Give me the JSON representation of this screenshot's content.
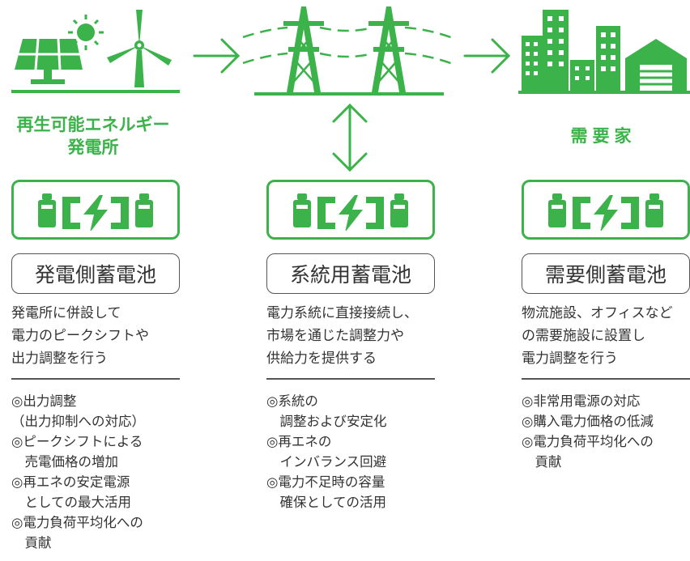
{
  "colors": {
    "accent": "#3bb34a",
    "text": "#333333",
    "border": "#555555"
  },
  "top": {
    "source_title_lines": [
      "再生可能エネルギー",
      "発電所"
    ],
    "demand_title": "需要家"
  },
  "icons": [
    "solar-panel-icon",
    "sun-icon",
    "wind-turbine-icon",
    "arrow-right-icon",
    "transmission-tower-icon",
    "double-arrow-icon",
    "buildings-icon",
    "warehouse-icon",
    "battery-icon"
  ],
  "columns": [
    {
      "label": "発電側蓄電池",
      "desc_lines": [
        "発電所に併設して",
        "電力のピークシフトや",
        "出力調整を行う"
      ],
      "bullet_lines": [
        "◎出力調整",
        "（出力抑制への対応）",
        "◎ピークシフトによる",
        "　売電価格の増加",
        "◎再エネの安定電源",
        "　としての最大活用",
        "◎電力負荷平均化への",
        "　貢献"
      ]
    },
    {
      "label": "系統用蓄電池",
      "desc_lines": [
        "電力系統に直接接続し、",
        "市場を通じた調整力や",
        "供給力を提供する"
      ],
      "bullet_lines": [
        "◎系統の",
        "　調整および安定化",
        "◎再エネの",
        "　インバランス回避",
        "◎電力不足時の容量",
        "　確保としての活用"
      ]
    },
    {
      "label": "需要側蓄電池",
      "desc_lines": [
        "物流施設、オフィスなど",
        "の需要施設に設置し",
        "電力調整を行う"
      ],
      "bullet_lines": [
        "◎非常用電源の対応",
        "◎購入電力価格の低減",
        "◎電力負荷平均化への",
        "　貢献"
      ]
    }
  ]
}
